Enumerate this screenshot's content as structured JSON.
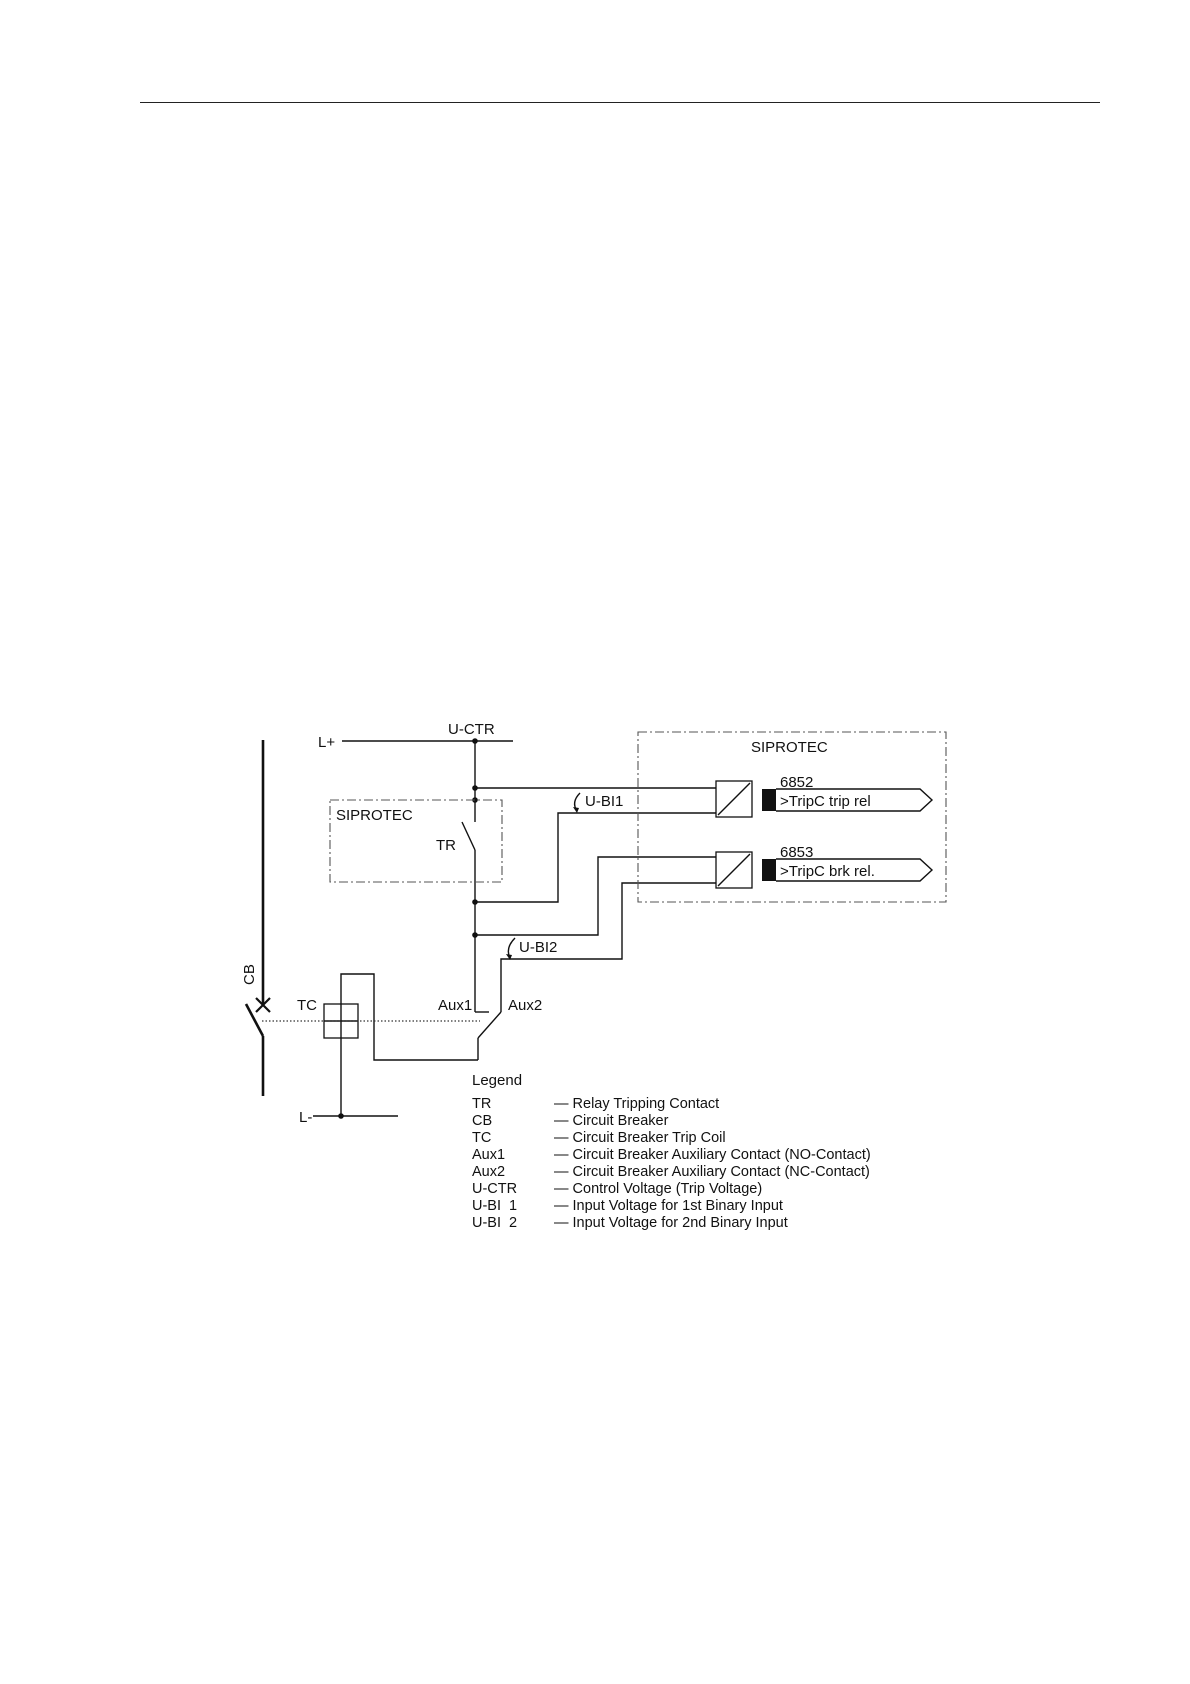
{
  "labels": {
    "l_plus": "L+",
    "l_minus": "L-",
    "u_ctr": "U-CTR",
    "siprotec_main": "SIPROTEC",
    "siprotec_inner": "SIPROTEC",
    "tr": "TR",
    "u_bi1": "U-BI1",
    "u_bi2": "U-BI2",
    "cb": "CB",
    "tc": "TC",
    "aux1": "Aux1",
    "aux2": "Aux2",
    "input1_number": "6852",
    "input1_name": ">TripC trip rel",
    "input2_number": "6853",
    "input2_name": ">TripC brk rel."
  },
  "legend": {
    "title": "Legend",
    "items": [
      {
        "key": "TR",
        "desc": "— Relay Tripping Contact"
      },
      {
        "key": "CB",
        "desc": "— Circuit Breaker"
      },
      {
        "key": "TC",
        "desc": "— Circuit Breaker Trip Coil"
      },
      {
        "key": "Aux1",
        "desc": "— Circuit Breaker Auxiliary Contact (NO-Contact)"
      },
      {
        "key": "Aux2",
        "desc": "— Circuit Breaker Auxiliary Contact (NC-Contact)"
      },
      {
        "key": "U-CTR",
        "desc": "— Control Voltage (Trip Voltage)"
      },
      {
        "key": "U-BI  1",
        "desc": "— Input Voltage for 1st Binary Input"
      },
      {
        "key": "U-BI  2",
        "desc": "— Input Voltage for 2nd Binary Input"
      }
    ]
  }
}
